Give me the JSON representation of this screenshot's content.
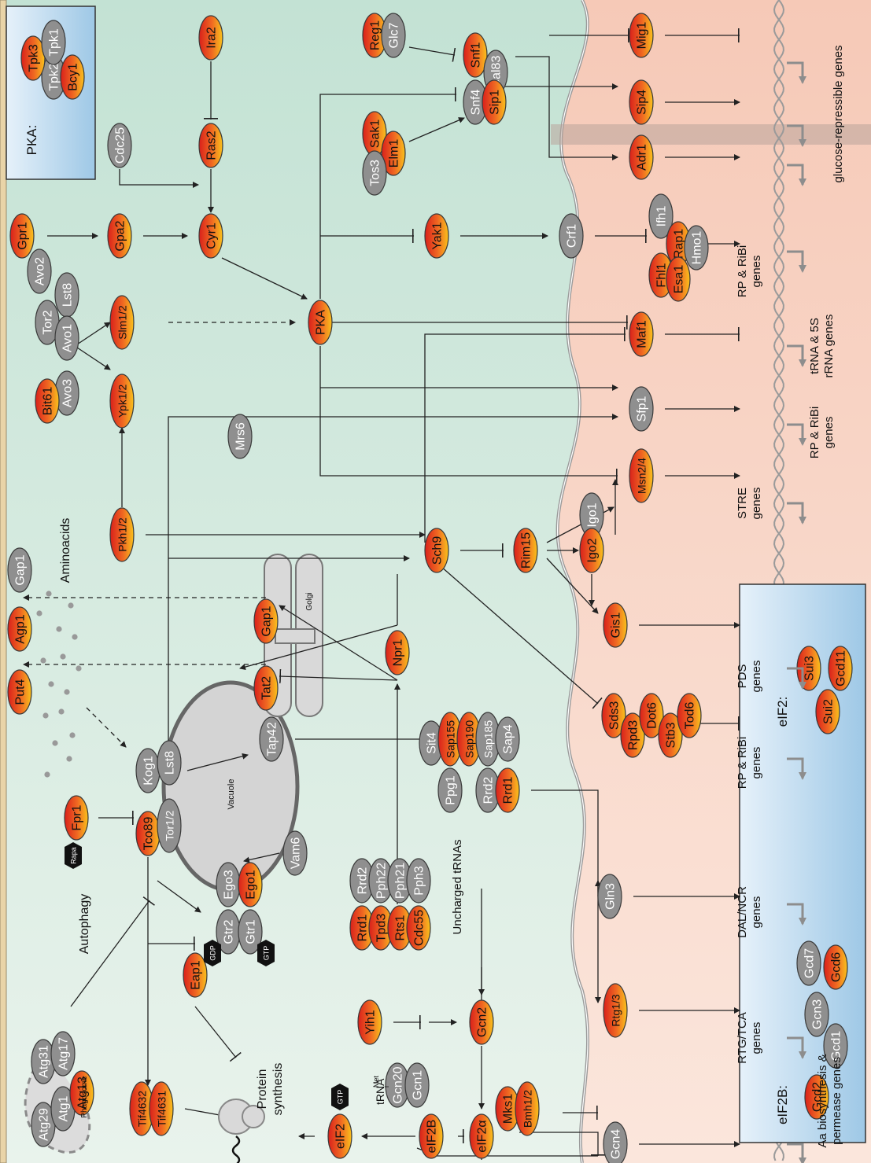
{
  "title": "",
  "colors": {
    "cytoplasm_top": "#cfe6dc",
    "cytoplasm_bottom": "#e6f1ea",
    "nucleus": "#f8d9cc",
    "membrane": "#e6cfa0",
    "orange_protein": "#f28c28",
    "red_protein": "#e4322b",
    "grey_protein": "#8e8e8e",
    "box_blue": "#cfe3f2"
  },
  "compartments": {
    "vacuole": "Vacuole",
    "golgi": "Golgi",
    "phagosome": "Phagosome"
  },
  "labels": {
    "aminoacids": "Aminoacids",
    "autophagy": "Autophagy",
    "protein_synthesis_1": "Protein",
    "protein_synthesis_2": "synthesis",
    "uncharged_trnas": "Uncharged tRNAs",
    "trna_met": "tRNA",
    "trna_met_sub": "i",
    "trna_met_sup": "Met",
    "rapa": "Rapa",
    "gdp": "GDP",
    "gtp_gtr": "GTP",
    "gtp_eif2": "GTP",
    "pka_box_label": "PKA:",
    "eif2b_box_label": "eIF2B:",
    "eif2_box_label": "eIF2:"
  },
  "nodes": {
    "tpk2": "Tpk2",
    "tpk3": "Tpk3",
    "tpk1": "Tpk1",
    "bcy1": "Bcy1",
    "cdc25": "Cdc25",
    "ira2": "Ira2",
    "ras2": "Ras2",
    "cyr1": "Cyr1",
    "gpr1": "Gpr1",
    "gpa2": "Gpa2",
    "pka": "PKA",
    "reg1": "Reg1",
    "glc7": "Glc7",
    "snf1": "Snf1",
    "gal83": "Gal83",
    "snf4": "Snf4",
    "sip1": "Sip1",
    "sak1": "Sak1",
    "elm1": "Elm1",
    "tos3": "Tos3",
    "mig1": "Mig1",
    "sip4": "Sip4",
    "adr1": "Adr1",
    "yak1": "Yak1",
    "crf1": "Crf1",
    "ifh1": "Ifh1",
    "rap1": "Rap1",
    "fhl1": "Fhl1",
    "esa1": "Esa1",
    "hmo1": "Hmo1",
    "maf1": "Maf1",
    "sfp1": "Sfp1",
    "msn24": "Msn2/4",
    "tor2": "Tor2",
    "lst8_c2": "Lst8",
    "avo2": "Avo2",
    "avo1": "Avo1",
    "avo3": "Avo3",
    "bit61": "Bit61",
    "slm12": "Slm1/2",
    "ypk12": "Ypk1/2",
    "mrs6": "Mrs6",
    "pkh12": "Pkh1/2",
    "sch9": "Sch9",
    "rim15": "Rim15",
    "igo1": "Igo1",
    "igo2": "Igo2",
    "gis1": "Gis1",
    "gap1_pm": "Gap1",
    "agp1": "Agp1",
    "put4": "Put4",
    "gap1_golgi": "Gap1",
    "tat2": "Tat2",
    "npr1": "Npr1",
    "sds3": "Sds3",
    "rpd3": "Rpd3",
    "dot6": "Dot6",
    "stb3": "Stb3",
    "tod6": "Tod6",
    "fpr1": "Fpr1",
    "tco89": "Tco89",
    "kog1": "Kog1",
    "tor12": "Tor1/2",
    "lst8_c1": "Lst8",
    "tap42": "Tap42",
    "vam6": "Vam6",
    "gtr2": "Gtr2",
    "ego3": "Ego3",
    "gtr1": "Gtr1",
    "ego1": "Ego1",
    "sit4": "Sit4",
    "sap155": "Sap155",
    "ppg1": "Ppg1",
    "sap190": "Sap190",
    "rrd2_a": "Rrd2",
    "sap185": "Sap185",
    "rrd1_a": "Rrd1",
    "sap4": "Sap4",
    "rrd1_b": "Rrd1",
    "rrd2_b": "Rrd2",
    "tpd3": "Tpd3",
    "pph22": "Pph22",
    "rts1": "Rts1",
    "pph21": "Pph21",
    "cdc55": "Cdc55",
    "pph3": "Pph3",
    "gln3": "Gln3",
    "rtg13": "Rtg1/3",
    "gcn4": "Gcn4",
    "atg29": "Atg29",
    "atg31": "Atg31",
    "atg1": "Atg1",
    "atg17": "Atg17",
    "atg13": "Atg13",
    "eap1": "Eap1",
    "tif4632": "Tif4632",
    "tif4631": "Tif4631",
    "yih1": "Yih1",
    "gcn20": "Gcn20",
    "gcn1": "Gcn1",
    "gcn2": "Gcn2",
    "mks1": "Mks1",
    "bmh12": "Bmh1/2",
    "eif2a": "eIF2α",
    "eif2b": "eIF2B",
    "eif2": "eIF2",
    "gcd2": "Gcd2",
    "gcd1": "Gcd1",
    "gcn3": "Gcn3",
    "gcd7": "Gcd7",
    "gcd6": "Gcd6",
    "sui2": "Sui2",
    "sui3": "Sui3",
    "gcd11": "Gcd11"
  },
  "gene_groups": {
    "glucose_repressible": [
      "glucose-repressible genes"
    ],
    "rp_ribi_1": [
      "RP & RiBi",
      "genes"
    ],
    "trna_5s": [
      "tRNA & 5S",
      "rRNA genes"
    ],
    "rp_ribi_2": [
      "RP & RiBi",
      "genes"
    ],
    "stre": [
      "STRE",
      "genes"
    ],
    "pds": [
      "PDS",
      "genes"
    ],
    "rp_ribi_3": [
      "RP & RiBi",
      "genes"
    ],
    "dal_ncr": [
      "DAL/NCR",
      "genes"
    ],
    "rtg_tca": [
      "RTG/TCA",
      "genes"
    ],
    "aa_biosynthesis": [
      "Aa biosynthesis &",
      "permease genes"
    ]
  }
}
